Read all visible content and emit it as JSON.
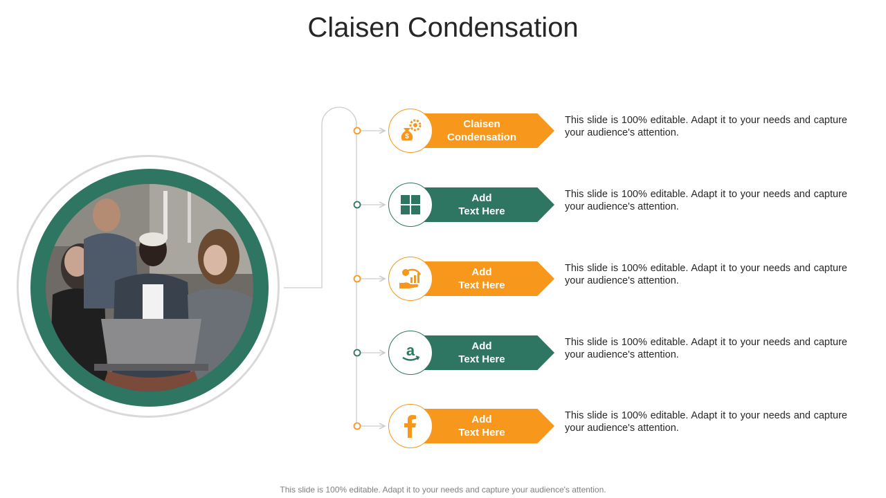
{
  "title": "Claisen Condensation",
  "footer": "This slide is 100% editable. Adapt it to your needs and capture your audience's attention.",
  "colors": {
    "orange": "#f7971c",
    "green": "#2e7562",
    "gray_line": "#cccccc",
    "text": "#262626"
  },
  "items": [
    {
      "label": "Claisen\nCondensation",
      "desc": "This slide is 100% editable. Adapt it to your needs and capture your audience's attention.",
      "color": "orange",
      "icon": "money-bag-gear-icon"
    },
    {
      "label": "Add\nText Here",
      "desc": "This slide is 100% editable. Adapt it to your needs and capture your audience's attention.",
      "color": "green",
      "icon": "windows-logo-icon"
    },
    {
      "label": "Add\nText Here",
      "desc": "This slide is 100% editable. Adapt it to your needs and capture your audience's attention.",
      "color": "orange",
      "icon": "hand-coin-growth-icon"
    },
    {
      "label": "Add\nText Here",
      "desc": "This slide is 100% editable. Adapt it to your needs and capture your audience's attention.",
      "color": "green",
      "icon": "amazon-logo-icon"
    },
    {
      "label": "Add\nText Here",
      "desc": "This slide is 100% editable. Adapt it to your needs and capture your audience's attention.",
      "color": "orange",
      "icon": "facebook-logo-icon"
    }
  ]
}
